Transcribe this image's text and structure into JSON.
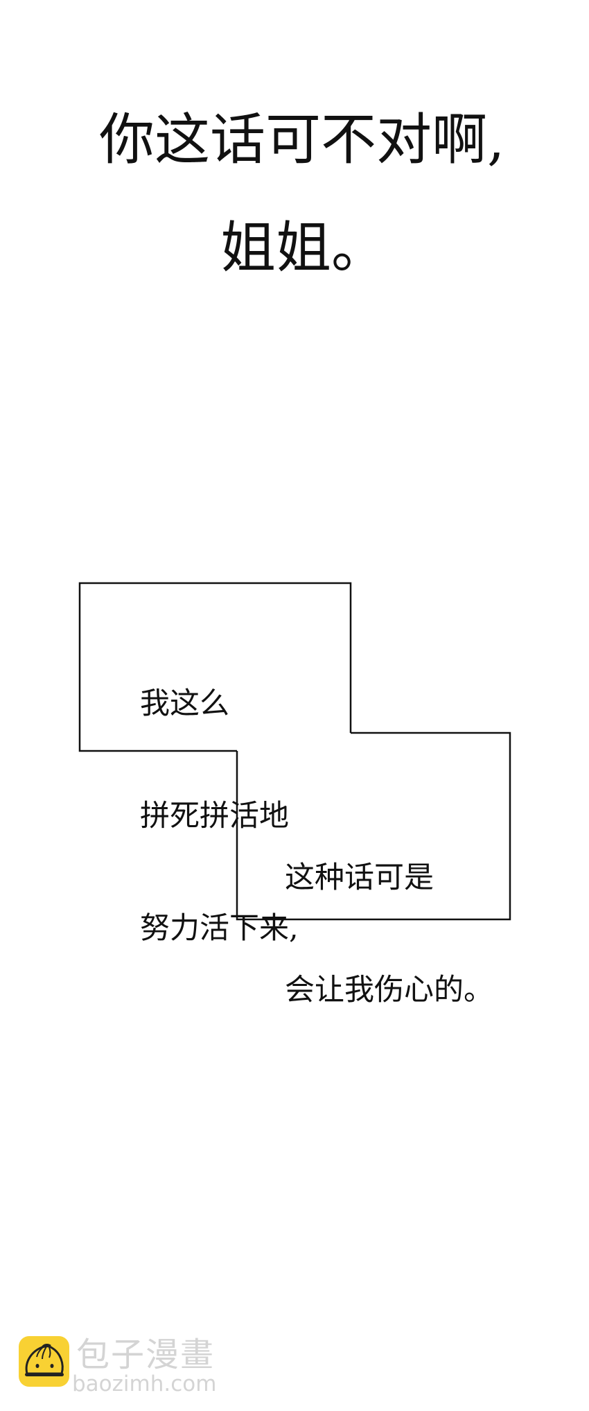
{
  "dialogue": {
    "line1": "你这话可不对啊,",
    "line2": "姐姐。"
  },
  "panel_left": {
    "lines": [
      "我这么",
      "拼死拼活地",
      "努力活下来,"
    ]
  },
  "panel_right": {
    "lines": [
      "这种话可是",
      "会让我伤心的。"
    ]
  },
  "watermark": {
    "icon": "bun-mascot-icon",
    "title": "包子漫畫",
    "url": "baozimh.com",
    "colors": {
      "logo_bg": "#f8d133",
      "text": "#d4d4d4"
    }
  }
}
